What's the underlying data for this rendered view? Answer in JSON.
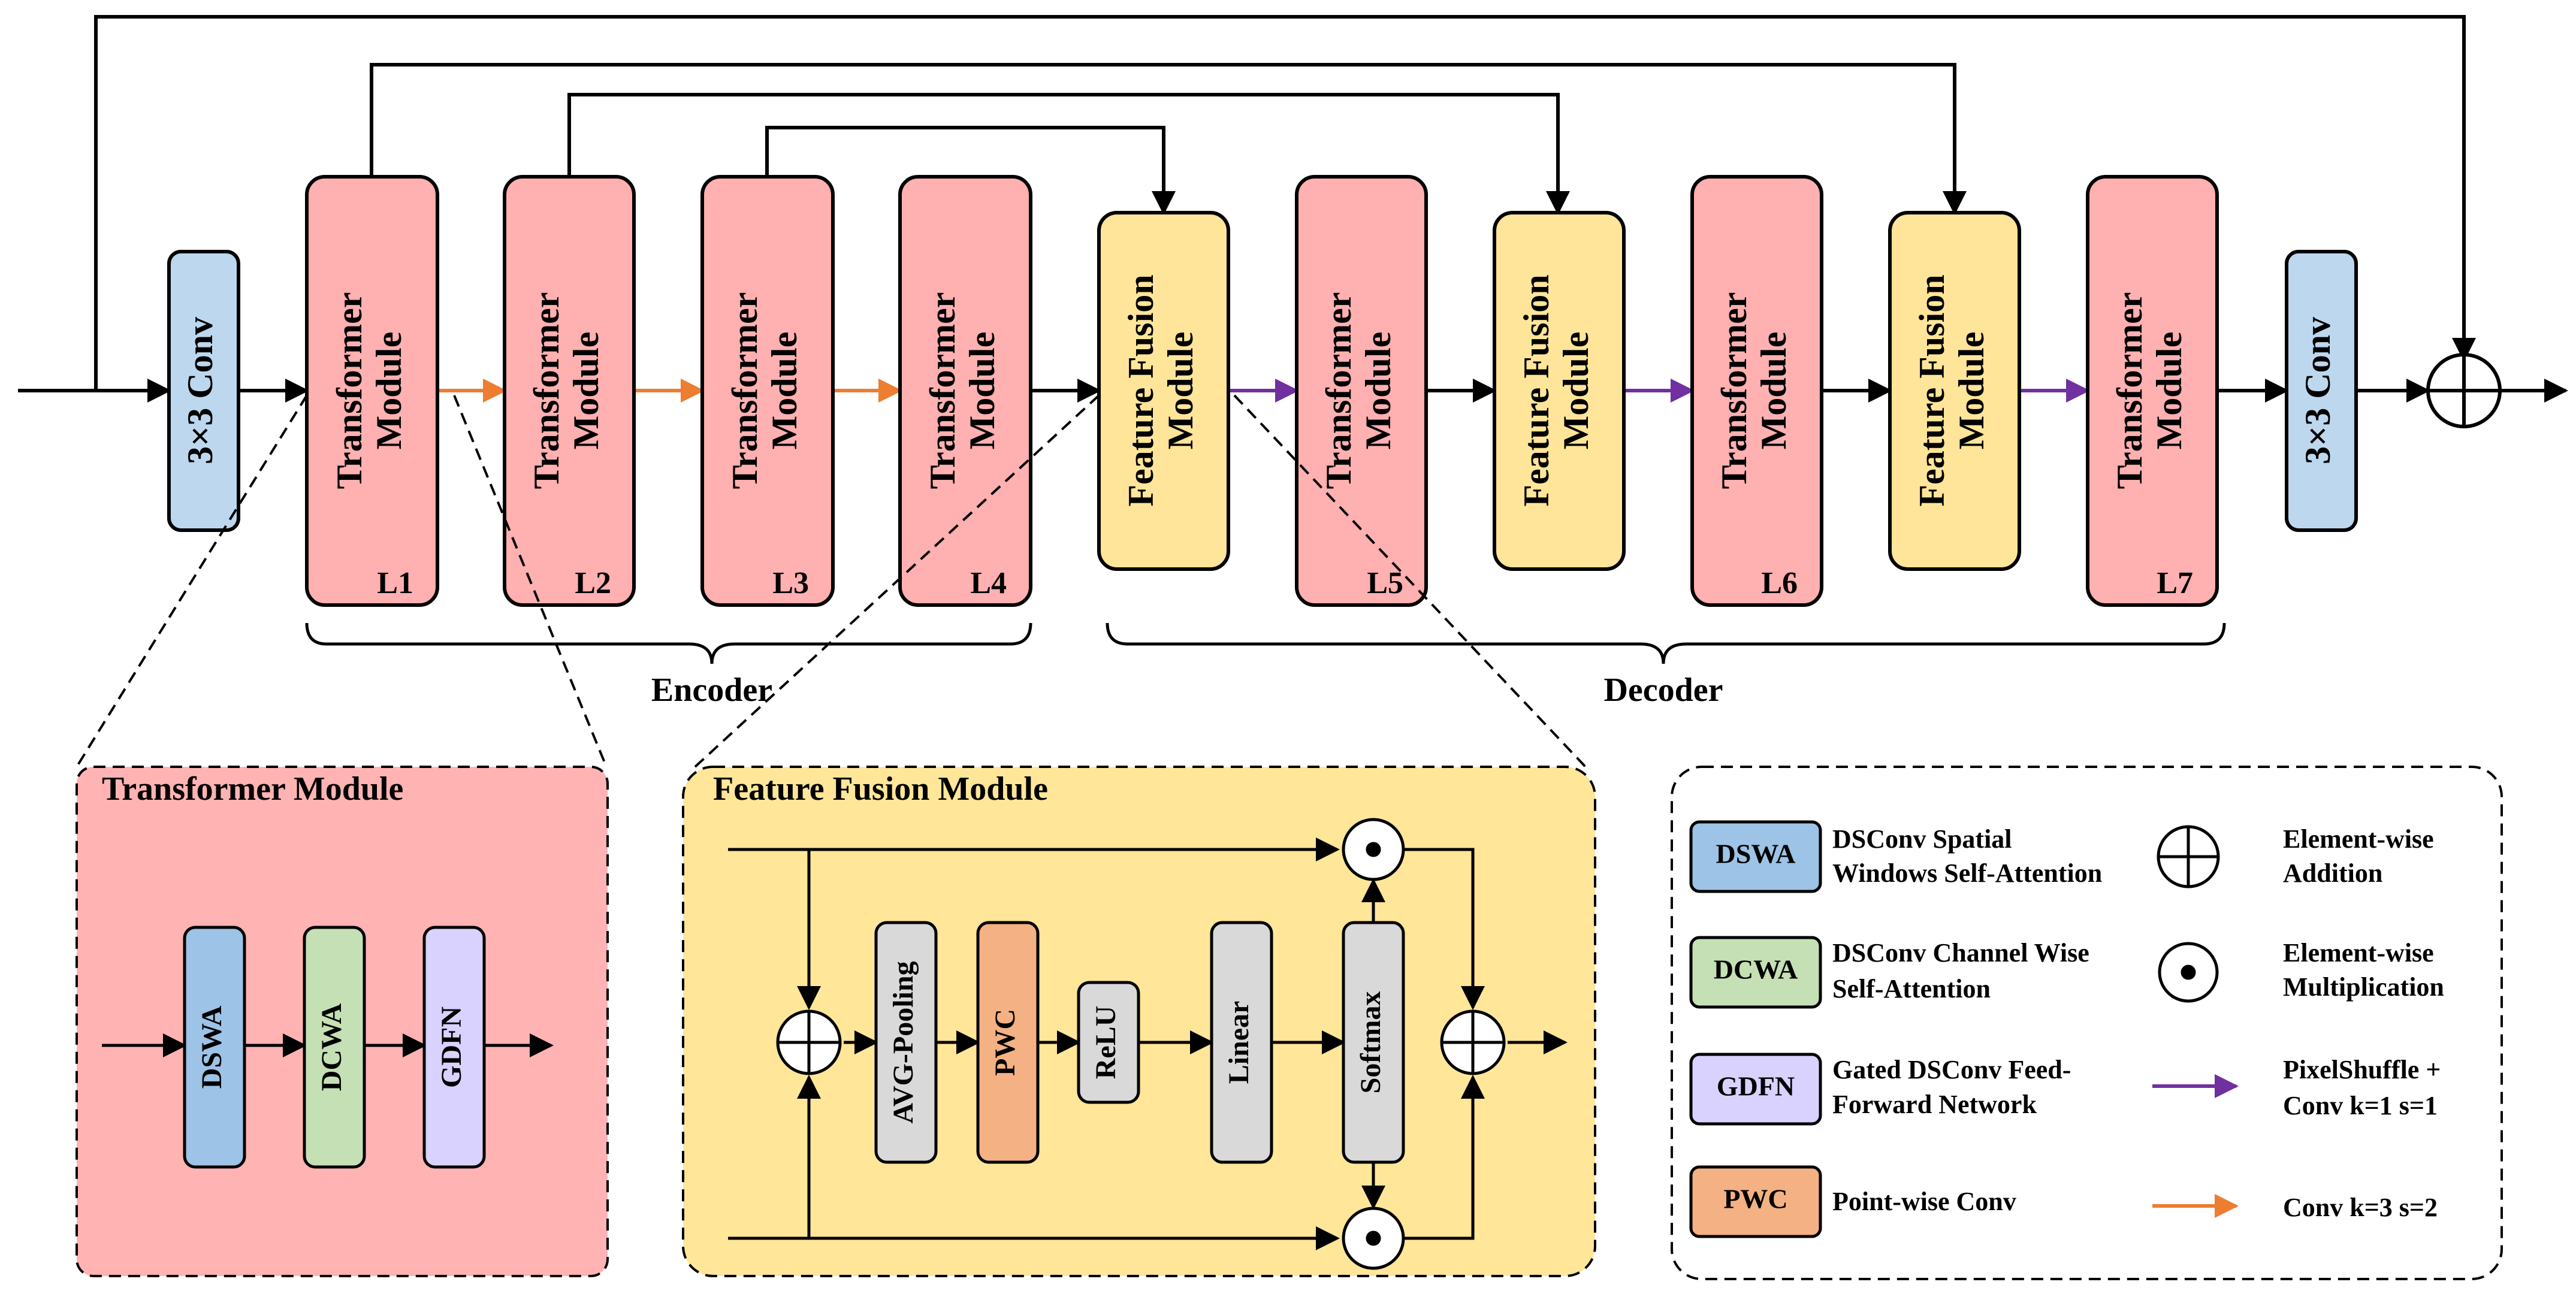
{
  "main": {
    "conv_label": "3×3 Conv",
    "transformer_label_1": "Transformer",
    "transformer_label_2": "Module",
    "fusion_label_1": "Feature Fusion",
    "fusion_label_2": "Module",
    "levels": [
      "L1",
      "L2",
      "L3",
      "L4",
      "L5",
      "L6",
      "L7"
    ],
    "encoder_label": "Encoder",
    "decoder_label": "Decoder"
  },
  "transformer_detail": {
    "title": "Transformer Module",
    "blocks": [
      "DSWA",
      "DCWA",
      "GDFN"
    ]
  },
  "fusion_detail": {
    "title": "Feature Fusion Module",
    "blocks": [
      "AVG-Pooling",
      "PWC",
      "ReLU",
      "Linear",
      "Softmax"
    ]
  },
  "legend": {
    "dswa_tag": "DSWA",
    "dswa_desc_1": "DSConv Spatial",
    "dswa_desc_2": "Windows Self-Attention",
    "dcwa_tag": "DCWA",
    "dcwa_desc_1": "DSConv Channel Wise",
    "dcwa_desc_2": "Self-Attention",
    "gdfn_tag": "GDFN",
    "gdfn_desc_1": "Gated DSConv Feed-",
    "gdfn_desc_2": "Forward Network",
    "pwc_tag": "PWC",
    "pwc_desc": "Point-wise Conv",
    "add_desc_1": "Element-wise",
    "add_desc_2": "Addition",
    "mul_desc_1": "Element-wise",
    "mul_desc_2": "Multiplication",
    "pixel_desc_1": "PixelShuffle +",
    "pixel_desc_2": "Conv k=1 s=1",
    "conv_desc": "Conv k=3 s=2"
  },
  "colors": {
    "transformer": "#FFB0B0",
    "fusion": "#FFE599",
    "conv": "#BDD7EE",
    "dswa": "#9DC3E6",
    "dcwa": "#C5E0B4",
    "gdfn": "#D9D2FF",
    "pwc": "#F4B183",
    "gray": "#D9D9D9",
    "orange_arrow": "#ED7D31",
    "purple_arrow": "#7030A0",
    "panel_pink": "#FFB3B3",
    "panel_yellow": "#FFE699"
  }
}
